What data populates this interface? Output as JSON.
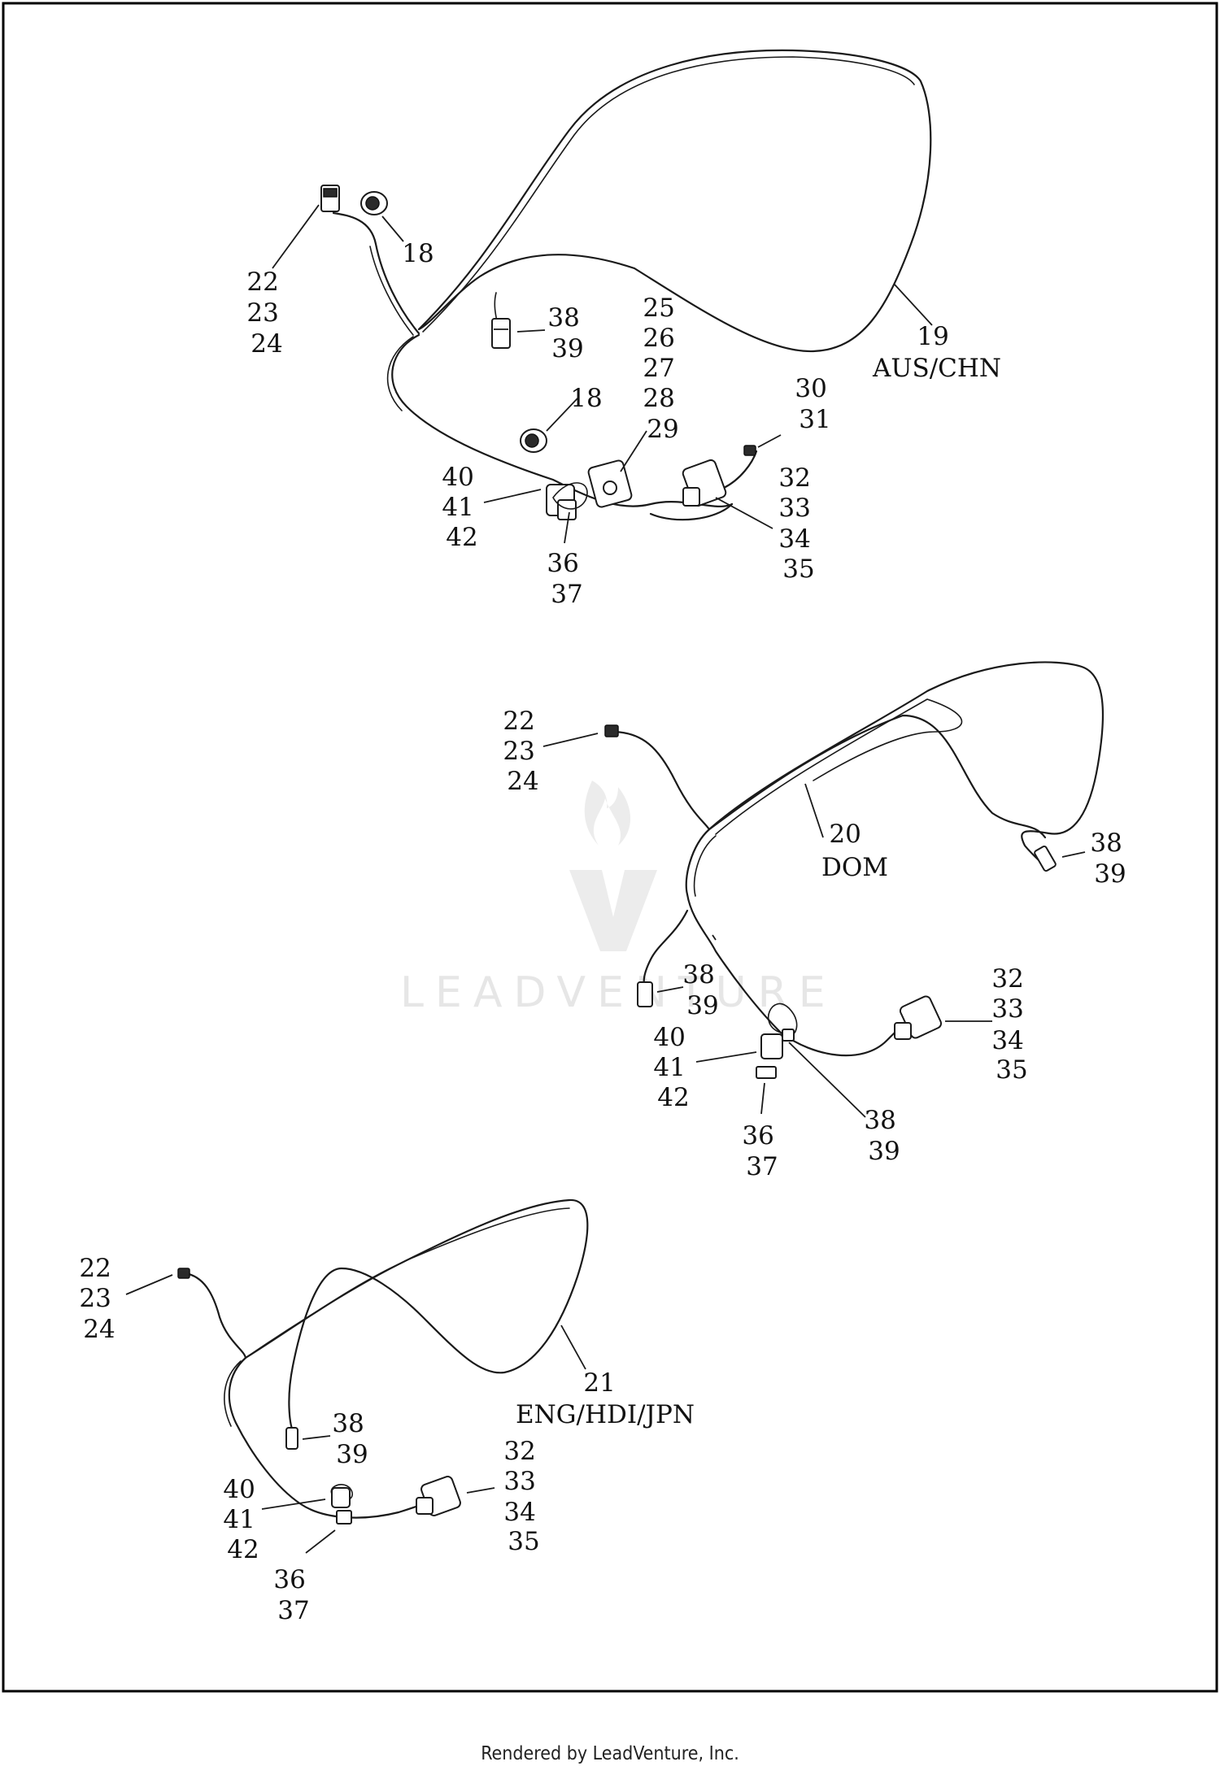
{
  "watermark": {
    "text": "LEADVENTURE"
  },
  "footer": {
    "text": "Rendered by LeadVenture, Inc."
  },
  "callouts": {
    "a1": [
      "22",
      "23",
      "24"
    ],
    "a2": [
      "18"
    ],
    "a3": [
      "38",
      "39"
    ],
    "a4": [
      "25",
      "26",
      "27",
      "28",
      "29"
    ],
    "a5": [
      "19",
      "AUS/CHN"
    ],
    "a6": [
      "18"
    ],
    "a7": [
      "30",
      "31"
    ],
    "a8": [
      "40",
      "41",
      "42"
    ],
    "a9": [
      "32",
      "33",
      "34",
      "35"
    ],
    "a10": [
      "36",
      "37"
    ],
    "b1": [
      "22",
      "23",
      "24"
    ],
    "b2": [
      "20",
      "DOM"
    ],
    "b3": [
      "38",
      "39"
    ],
    "b4": [
      "38",
      "39"
    ],
    "b5": [
      "32",
      "33",
      "34",
      "35"
    ],
    "b6": [
      "40",
      "41",
      "42"
    ],
    "b7": [
      "36",
      "37"
    ],
    "b8": [
      "38",
      "39"
    ],
    "c1": [
      "22",
      "23",
      "24"
    ],
    "c2": [
      "21",
      "ENG/HDI/JPN"
    ],
    "c3": [
      "38",
      "39"
    ],
    "c4": [
      "32",
      "33",
      "34",
      "35"
    ],
    "c5": [
      "40",
      "41",
      "42"
    ],
    "c6": [
      "36",
      "37"
    ]
  }
}
